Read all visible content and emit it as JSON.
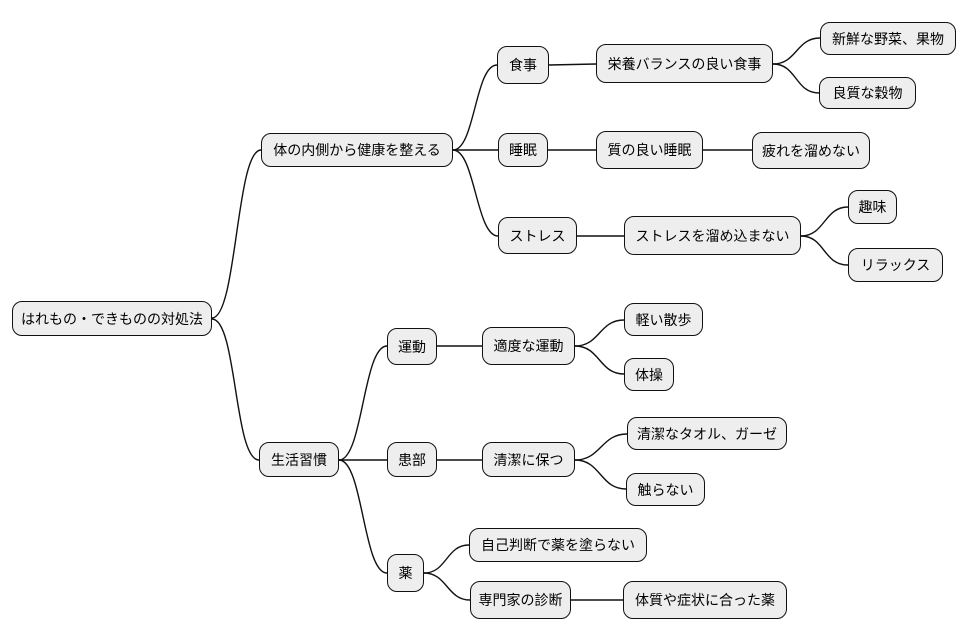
{
  "diagram": {
    "type": "mindmap",
    "title": "はれもの・できものの対処法",
    "colors": {
      "background": "#ffffff",
      "node_fill": "#eeeeee",
      "node_border": "#111111",
      "connector": "#111111",
      "text": "#000000"
    },
    "nodes": [
      {
        "id": "root",
        "label": "はれもの・できものの対処法",
        "level": 0
      },
      {
        "id": "inner-health",
        "label": "体の内側から健康を整える",
        "level": 1
      },
      {
        "id": "meal",
        "label": "食事",
        "level": 2
      },
      {
        "id": "balanced-meal",
        "label": "栄養バランスの良い食事",
        "level": 3
      },
      {
        "id": "fresh-vegetables",
        "label": "新鮮な野菜、果物",
        "level": 4
      },
      {
        "id": "quality-grains",
        "label": "良質な穀物",
        "level": 4
      },
      {
        "id": "sleep",
        "label": "睡眠",
        "level": 2
      },
      {
        "id": "quality-sleep",
        "label": "質の良い睡眠",
        "level": 3
      },
      {
        "id": "no-fatigue",
        "label": "疲れを溜めない",
        "level": 4
      },
      {
        "id": "stress",
        "label": "ストレス",
        "level": 2
      },
      {
        "id": "no-stress-buildup",
        "label": "ストレスを溜め込まない",
        "level": 3
      },
      {
        "id": "hobby",
        "label": "趣味",
        "level": 4
      },
      {
        "id": "relax",
        "label": "リラックス",
        "level": 4
      },
      {
        "id": "lifestyle",
        "label": "生活習慣",
        "level": 1
      },
      {
        "id": "exercise",
        "label": "運動",
        "level": 2
      },
      {
        "id": "moderate-exercise",
        "label": "適度な運動",
        "level": 3
      },
      {
        "id": "light-walk",
        "label": "軽い散歩",
        "level": 4
      },
      {
        "id": "calisthenics",
        "label": "体操",
        "level": 4
      },
      {
        "id": "affected-area",
        "label": "患部",
        "level": 2
      },
      {
        "id": "keep-clean",
        "label": "清潔に保つ",
        "level": 3
      },
      {
        "id": "clean-towel-gauze",
        "label": "清潔なタオル、ガーゼ",
        "level": 4
      },
      {
        "id": "no-touching",
        "label": "触らない",
        "level": 4
      },
      {
        "id": "medicine",
        "label": "薬",
        "level": 2
      },
      {
        "id": "no-self-medication",
        "label": "自己判断で薬を塗らない",
        "level": 3
      },
      {
        "id": "specialist-diagnosis",
        "label": "専門家の診断",
        "level": 3
      },
      {
        "id": "suitable-medicine",
        "label": "体質や症状に合った薬",
        "level": 4
      }
    ],
    "edges": [
      {
        "from": "root",
        "to": "inner-health"
      },
      {
        "from": "root",
        "to": "lifestyle"
      },
      {
        "from": "inner-health",
        "to": "meal"
      },
      {
        "from": "inner-health",
        "to": "sleep"
      },
      {
        "from": "inner-health",
        "to": "stress"
      },
      {
        "from": "meal",
        "to": "balanced-meal"
      },
      {
        "from": "balanced-meal",
        "to": "fresh-vegetables"
      },
      {
        "from": "balanced-meal",
        "to": "quality-grains"
      },
      {
        "from": "sleep",
        "to": "quality-sleep"
      },
      {
        "from": "quality-sleep",
        "to": "no-fatigue"
      },
      {
        "from": "stress",
        "to": "no-stress-buildup"
      },
      {
        "from": "no-stress-buildup",
        "to": "hobby"
      },
      {
        "from": "no-stress-buildup",
        "to": "relax"
      },
      {
        "from": "lifestyle",
        "to": "exercise"
      },
      {
        "from": "lifestyle",
        "to": "affected-area"
      },
      {
        "from": "lifestyle",
        "to": "medicine"
      },
      {
        "from": "exercise",
        "to": "moderate-exercise"
      },
      {
        "from": "moderate-exercise",
        "to": "light-walk"
      },
      {
        "from": "moderate-exercise",
        "to": "calisthenics"
      },
      {
        "from": "affected-area",
        "to": "keep-clean"
      },
      {
        "from": "keep-clean",
        "to": "clean-towel-gauze"
      },
      {
        "from": "keep-clean",
        "to": "no-touching"
      },
      {
        "from": "medicine",
        "to": "no-self-medication"
      },
      {
        "from": "medicine",
        "to": "specialist-diagnosis"
      },
      {
        "from": "specialist-diagnosis",
        "to": "suitable-medicine"
      }
    ]
  }
}
